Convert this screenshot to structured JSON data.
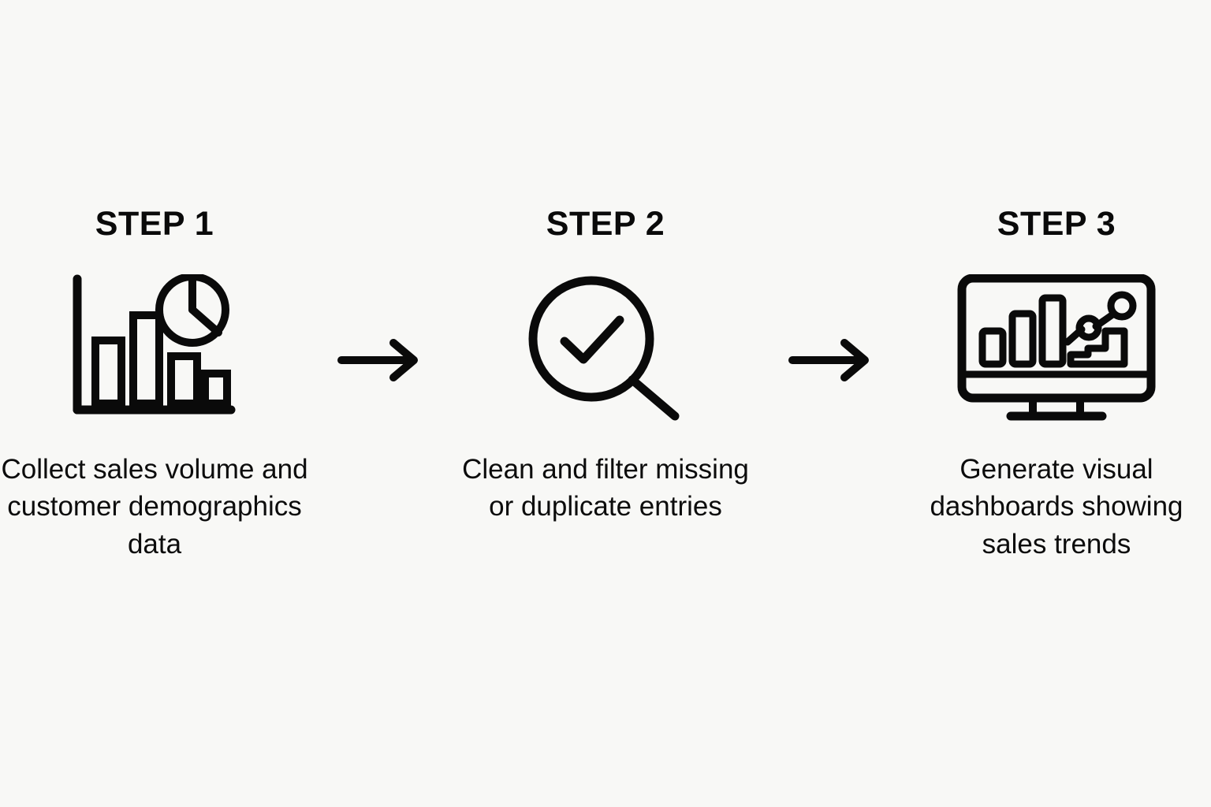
{
  "background_color": "#F8F8F6",
  "stroke_color": "#0A0A0A",
  "diagram": {
    "type": "process-flow",
    "orientation": "horizontal",
    "step_count": 3,
    "connector": "arrow-right"
  },
  "steps": [
    {
      "title": "STEP 1",
      "icon": "bar-chart-pie-chart-icon",
      "caption": "Collect sales volume and customer demographics data"
    },
    {
      "title": "STEP 2",
      "icon": "magnifier-check-icon",
      "caption": "Clean and filter missing or duplicate entries"
    },
    {
      "title": "STEP 3",
      "icon": "monitor-dashboard-icon",
      "caption": "Generate visual dashboards showing sales trends"
    }
  ],
  "connectors": [
    {
      "name": "arrow-1",
      "glyph": "arrow-right-icon"
    },
    {
      "name": "arrow-2",
      "glyph": "arrow-right-icon"
    }
  ]
}
